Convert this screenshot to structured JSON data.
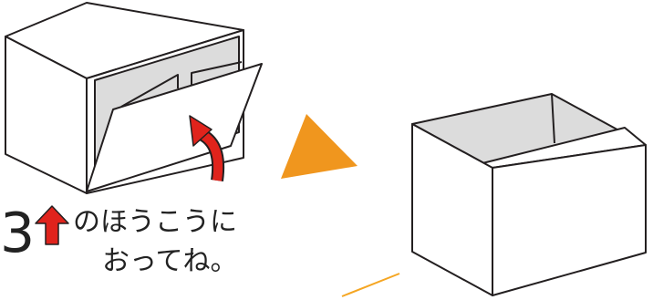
{
  "step": {
    "number": "3",
    "text_line1": "のほうこうに",
    "text_line2": "おってね。"
  },
  "colors": {
    "outline": "#231f20",
    "inner_panel": "#dcdcdc",
    "fold_arrow": "#e0231c",
    "direction_triangle": "#f0961e",
    "accent_stroke": "#f5a623"
  },
  "icons": [
    "red-up-arrow-icon",
    "red-curved-fold-arrow-icon",
    "orange-triangle-icon"
  ]
}
